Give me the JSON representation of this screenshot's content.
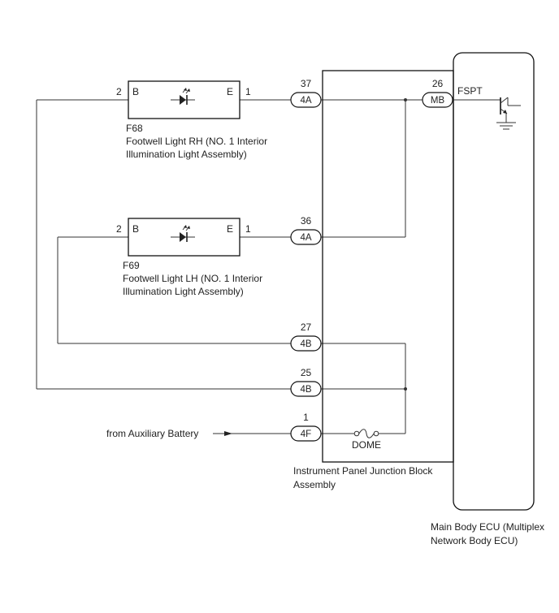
{
  "colors": {
    "wire": "#333333",
    "outline": "#111111",
    "text": "#222222",
    "background": "#ffffff"
  },
  "lights": [
    {
      "code": "F68",
      "name_line1": "Footwell Light RH (NO. 1 Interior",
      "name_line2": "Illumination Light Assembly)",
      "terminal_left_pin": "2",
      "terminal_left_name": "B",
      "terminal_right_name": "E",
      "terminal_right_pin": "1",
      "icon": "led-icon"
    },
    {
      "code": "F69",
      "name_line1": "Footwell Light LH (NO. 1 Interior",
      "name_line2": "Illumination Light Assembly)",
      "terminal_left_pin": "2",
      "terminal_left_name": "B",
      "terminal_right_name": "E",
      "terminal_right_pin": "1",
      "icon": "led-icon"
    }
  ],
  "connectors": {
    "c37": {
      "pin": "37",
      "name": "4A"
    },
    "c36": {
      "pin": "36",
      "name": "4A"
    },
    "c27": {
      "pin": "27",
      "name": "4B"
    },
    "c25": {
      "pin": "25",
      "name": "4B"
    },
    "c1": {
      "pin": "1",
      "name": "4F"
    },
    "c26": {
      "pin": "26",
      "name": "MB"
    }
  },
  "fuse": {
    "name": "DOME",
    "icon": "fuse-icon"
  },
  "junction_block": {
    "line1": "Instrument Panel Junction Block",
    "line2": "Assembly"
  },
  "ecu": {
    "line1": "Main Body ECU (Multiplex",
    "line2": "Network Body ECU)",
    "terminal": "FSPT",
    "transistor_icon": "transistor-icon",
    "ground_icon": "ground-icon"
  },
  "battery_source": {
    "label": "from Auxiliary Battery",
    "icon": "arrow-right-icon"
  }
}
